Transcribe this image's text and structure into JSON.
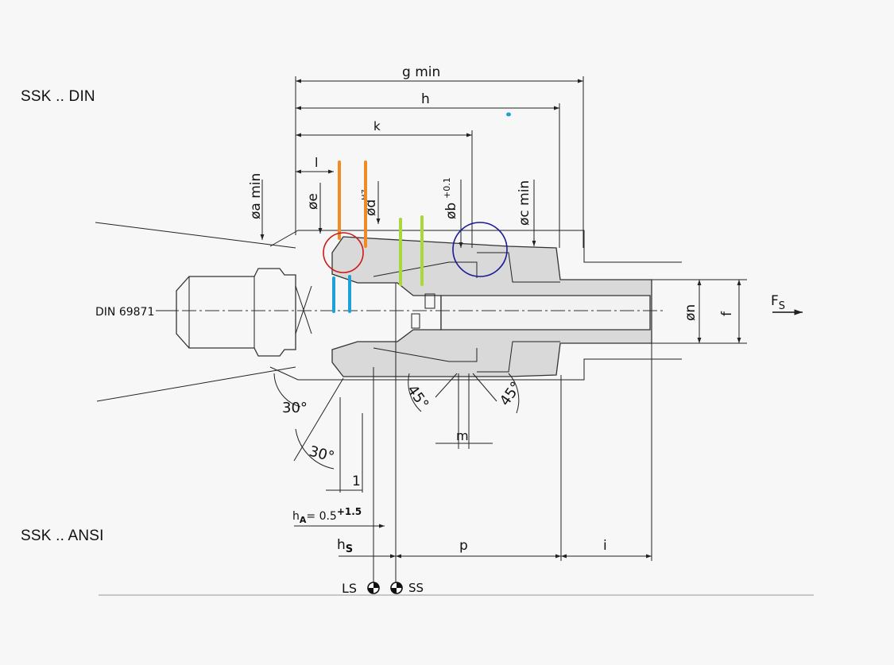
{
  "labels": {
    "ssk_din": "SSK .. DIN",
    "ssk_ansi": "SSK .. ANSI",
    "din_69871": "DIN 69871"
  },
  "dimensions": {
    "g_min": "g min",
    "h": "h",
    "k": "k",
    "l": "l",
    "a_min": "øa min",
    "e": "øe",
    "d": "ød",
    "d_tol": "H7",
    "b": "øb",
    "b_tol": "+0.1",
    "c_min": "øc min",
    "n": "øn",
    "f": "f",
    "fs_main": "F",
    "fs_sub": "S",
    "angle_45_left": "45°",
    "angle_45_right": "45°",
    "angle_30_top": "30°",
    "angle_30_bottom": "30°",
    "m": "m",
    "one": "1",
    "ha_main": "h",
    "ha_sub": "A",
    "ha_value": "= 0.5",
    "ha_tol": "+1.5",
    "hs_main": "h",
    "hs_sub": "S",
    "p": "p",
    "i": "i",
    "ls": "LS",
    "ss": "SS"
  },
  "colors": {
    "marker_orange": "#f08a24",
    "marker_green": "#a8d83a",
    "marker_blue": "#1ea0d8",
    "circle_red": "#d01818",
    "circle_navy": "#1a1a9a",
    "part_fill": "#d9d9d9",
    "background": "#f7f7f7"
  }
}
